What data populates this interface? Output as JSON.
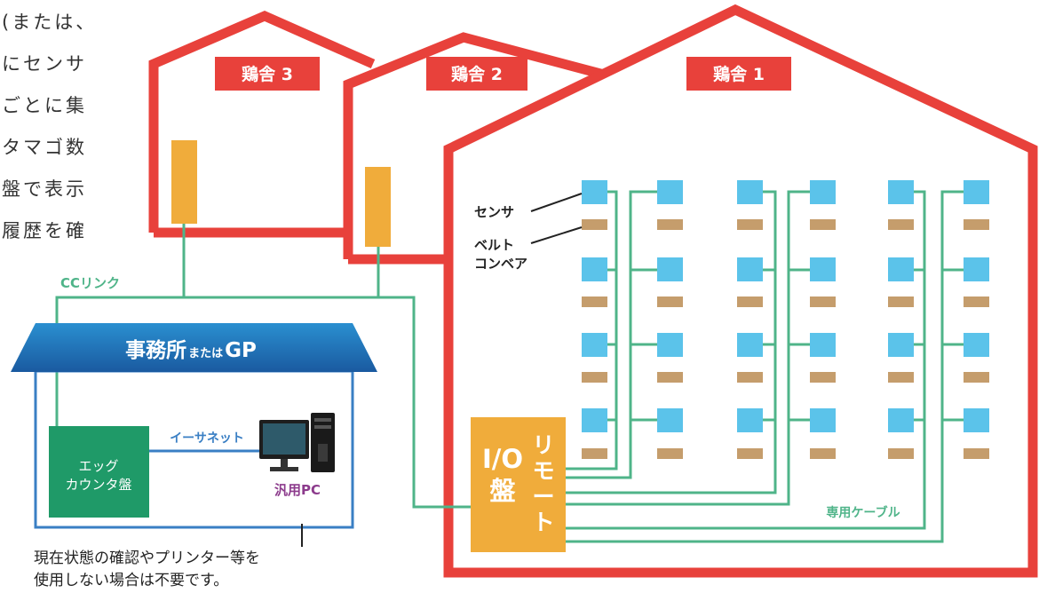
{
  "side_text": [
    "(または、",
    "にセンサ",
    "ごとに集",
    "タマゴ数",
    "盤で表示",
    "履歴を確"
  ],
  "houses": [
    {
      "label": "鶏舎 3"
    },
    {
      "label": "鶏舎 2"
    },
    {
      "label": "鶏舎 1"
    }
  ],
  "labels": {
    "sensor": "センサ",
    "belt_line1": "ベルト",
    "belt_line2": "コンベア",
    "cc_link": "CCリンク",
    "ethernet": "イーサネット",
    "dedicated_cable": "専用ケーブル",
    "egg_counter_line1": "エッグ",
    "egg_counter_line2": "カウンタ盤",
    "pc": "汎用PC",
    "io_line1": "I/O",
    "io_line2": "盤",
    "remote": [
      "リ",
      "モ",
      "ー",
      "ト"
    ]
  },
  "office": {
    "title_main": "事務所",
    "title_small": "または",
    "title_gp": "GP"
  },
  "note": [
    "現在状態の確認やプリンター等を",
    "使用しない場合は不要です。"
  ],
  "colors": {
    "house": "#e8413b",
    "cable": "#4fb489",
    "sensor": "#5bc3ea",
    "belt": "#c59d6c",
    "panel": "#f0ac3b",
    "office_blue": "#3a7fc4",
    "egg_counter": "#1f9a68",
    "pc_label": "#8c3b8c"
  },
  "icons": [
    "desktop-pc-icon"
  ]
}
